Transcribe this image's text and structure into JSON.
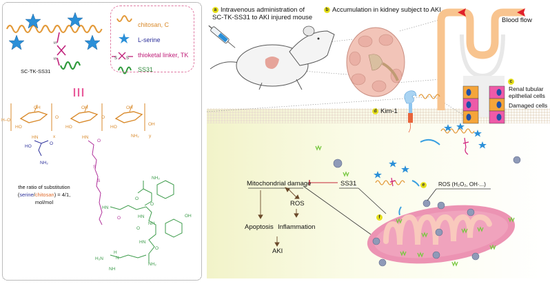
{
  "left_panel": {
    "conjugate_label": "SC-TK-SS31",
    "legend": [
      {
        "icon": "chitosan-wave-icon",
        "label": "chitosan, C",
        "color": "#d98a2b"
      },
      {
        "icon": "star-icon",
        "label": "L-serine",
        "color": "#2b2f9a"
      },
      {
        "icon": "thioketal-linker-icon",
        "label": "thioketal linker, TK",
        "color": "#c0207a"
      },
      {
        "icon": "ss31-wave-icon",
        "label": "SS31",
        "color": "#2f8a3c"
      }
    ],
    "equivalence_symbol": "|||",
    "structure": {
      "chitosan_labels": [
        "H",
        "O",
        "OH",
        "HO",
        "O",
        "x",
        "OH",
        "HO",
        "O",
        "OH",
        "HO",
        "NH2",
        "y",
        "OH",
        "HN",
        "HN",
        "O"
      ],
      "serine_labels": [
        "HO",
        "O",
        "NH2"
      ],
      "linker_labels": [
        "O",
        "S",
        "S",
        "O"
      ],
      "ss31_labels": [
        "NH2",
        "O",
        "HN",
        "O",
        "HN",
        "NH",
        "O",
        "OH",
        "HN",
        "O",
        "H2N",
        "H",
        "N",
        "NH",
        "NH2"
      ]
    },
    "ratio_text": {
      "line1": "the ratio of substitution",
      "open": "(",
      "serine": "serine",
      "slash": "/",
      "chitosan": "chitosan",
      "close": ") = 4/1,",
      "line3": "mol/mol"
    }
  },
  "right_panel": {
    "step_a": {
      "badge": "a",
      "line1": "Intravenous administration of",
      "line2": "SC-TK-SS31 to AKI injured mouse"
    },
    "step_b": {
      "badge": "b",
      "text": "Accumulation in kidney subject to AKI"
    },
    "blood_flow": "Blood flow",
    "step_c": {
      "badge": "c",
      "renal": [
        "Renal tubular",
        "epithelial cells"
      ],
      "damaged": "Damaged cells"
    },
    "step_d": {
      "badge": "d",
      "text": "Kim-1"
    },
    "step_e": {
      "badge": "e",
      "text": "ROS (H₂O₂, OH·...)"
    },
    "step_f": {
      "badge": "f"
    },
    "pathway": {
      "mito_damage": "Mitochondrial damage",
      "ss31": "SS31",
      "ros": "ROS",
      "apoptosis": "Apoptosis",
      "inflammation": "Inflammation",
      "aki": "AKI"
    },
    "colors": {
      "chitosan": "#e39a3a",
      "serine_star": "#2a8fd8",
      "linker": "#d0207c",
      "ss31": "#2f9a3c",
      "ros_particle": "#8f9ab8",
      "mitochondria_outer": "#e88fae",
      "mitochondria_inner": "#f9c9bd",
      "vessel": "#f8c48f",
      "arrow_red": "#e0202a",
      "arrow_blue": "#3aa0e0",
      "pathway_arrow": "#6b4a2b"
    }
  }
}
